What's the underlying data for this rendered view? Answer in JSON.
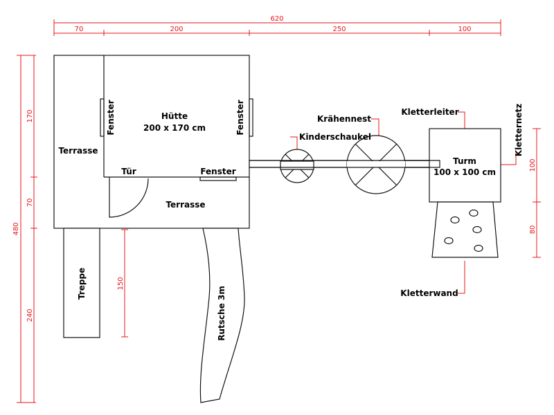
{
  "dimensions": {
    "total_width": "620",
    "seg_terrasse": "70",
    "seg_huette": "200",
    "seg_bridge": "250",
    "seg_turm": "100",
    "height_total": "480",
    "height_huette": "170",
    "height_terrasse": "70",
    "height_treppe": "240",
    "inner_150": "150",
    "turm_100": "100",
    "wall_80": "80"
  },
  "labels": {
    "huette_title": "Hütte",
    "huette_size": "200 x 170 cm",
    "terrasse_left": "Terrasse",
    "terrasse_bottom": "Terrasse",
    "fenster_left": "Fenster",
    "fenster_right": "Fenster",
    "fenster_bottom": "Fenster",
    "tuer": "Tür",
    "treppe": "Treppe",
    "rutsche": "Rutsche 3m",
    "kinderschaukel": "Kinderschaukel",
    "kraehennest": "Krähennest",
    "kletterleiter": "Kletterleiter",
    "kletternetz": "Kletternetz",
    "kletterwand": "Kletterwand",
    "turm_title": "Turm",
    "turm_size": "100 x 100 cm"
  },
  "colors": {
    "dimension": "#e8141b",
    "outline": "#111111"
  }
}
